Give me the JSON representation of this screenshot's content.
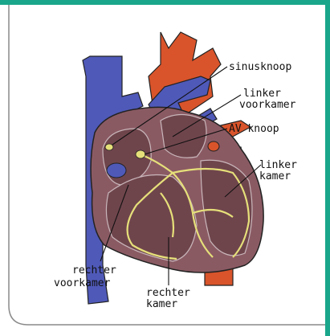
{
  "colors": {
    "accent": "#1aa68a",
    "artery": "#d9542b",
    "vein": "#4f59b8",
    "muscle": "#8a5a63",
    "chamber": "#6f454c",
    "conduction": "#e6e07a"
  },
  "labels": {
    "sinusknoop": "sinusknoop",
    "linker_voorkamer_1": "linker",
    "linker_voorkamer_2": "voorkamer",
    "av_knoop": "AV knoop",
    "linker_kamer_1": "linker",
    "linker_kamer_2": "kamer",
    "rechter_voorkamer_1": "rechter",
    "rechter_voorkamer_2": "voorkamer",
    "rechter_kamer_1": "rechter",
    "rechter_kamer_2": "kamer"
  }
}
